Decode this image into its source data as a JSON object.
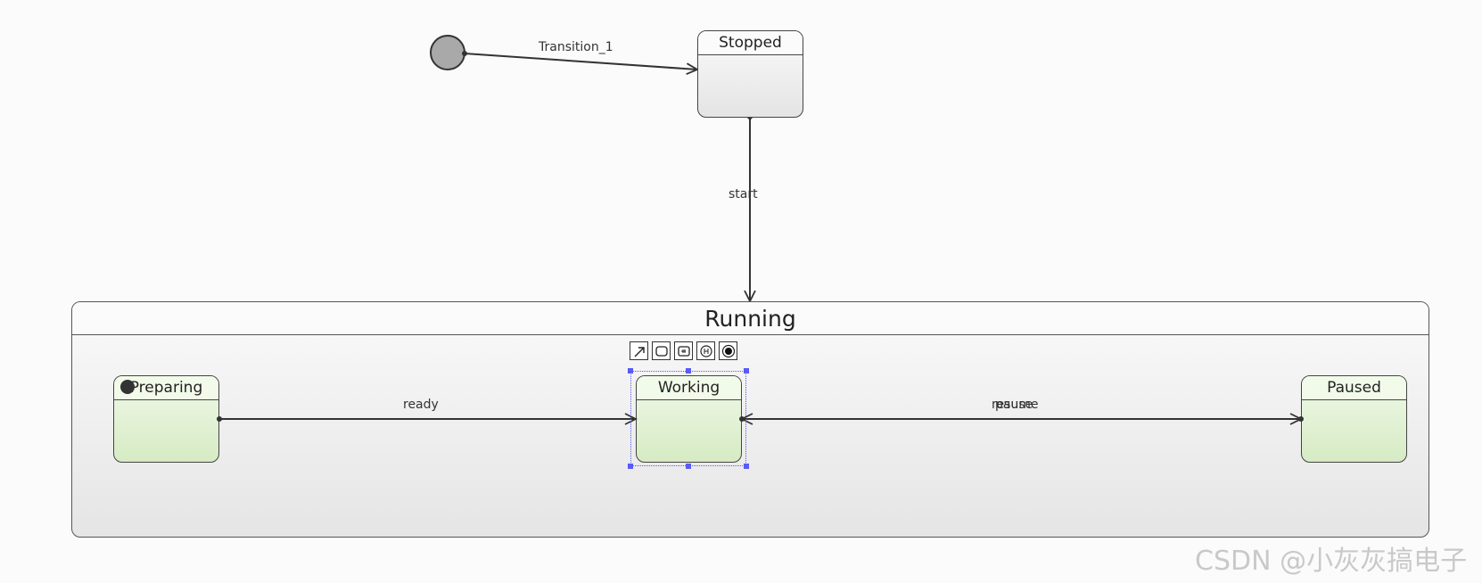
{
  "diagram": {
    "states": {
      "stopped": "Stopped",
      "running": "Running",
      "preparing": "Preparing",
      "working": "Working",
      "paused": "Paused"
    },
    "transitions": {
      "initial": "Transition_1",
      "start": "start",
      "ready": "ready",
      "pause": "pause",
      "resume": "resume"
    }
  },
  "toolbar": {
    "tools": [
      "arrow-transition-icon",
      "state-icon",
      "exit-point-icon",
      "history-icon",
      "final-state-icon"
    ]
  },
  "colors": {
    "stroke": "#333333",
    "initial_fill": "#a9a9a9",
    "sub_state_fill": "#e4f3d6",
    "selection": "#5a5af5"
  },
  "watermark": "CSDN @小灰灰搞电子"
}
